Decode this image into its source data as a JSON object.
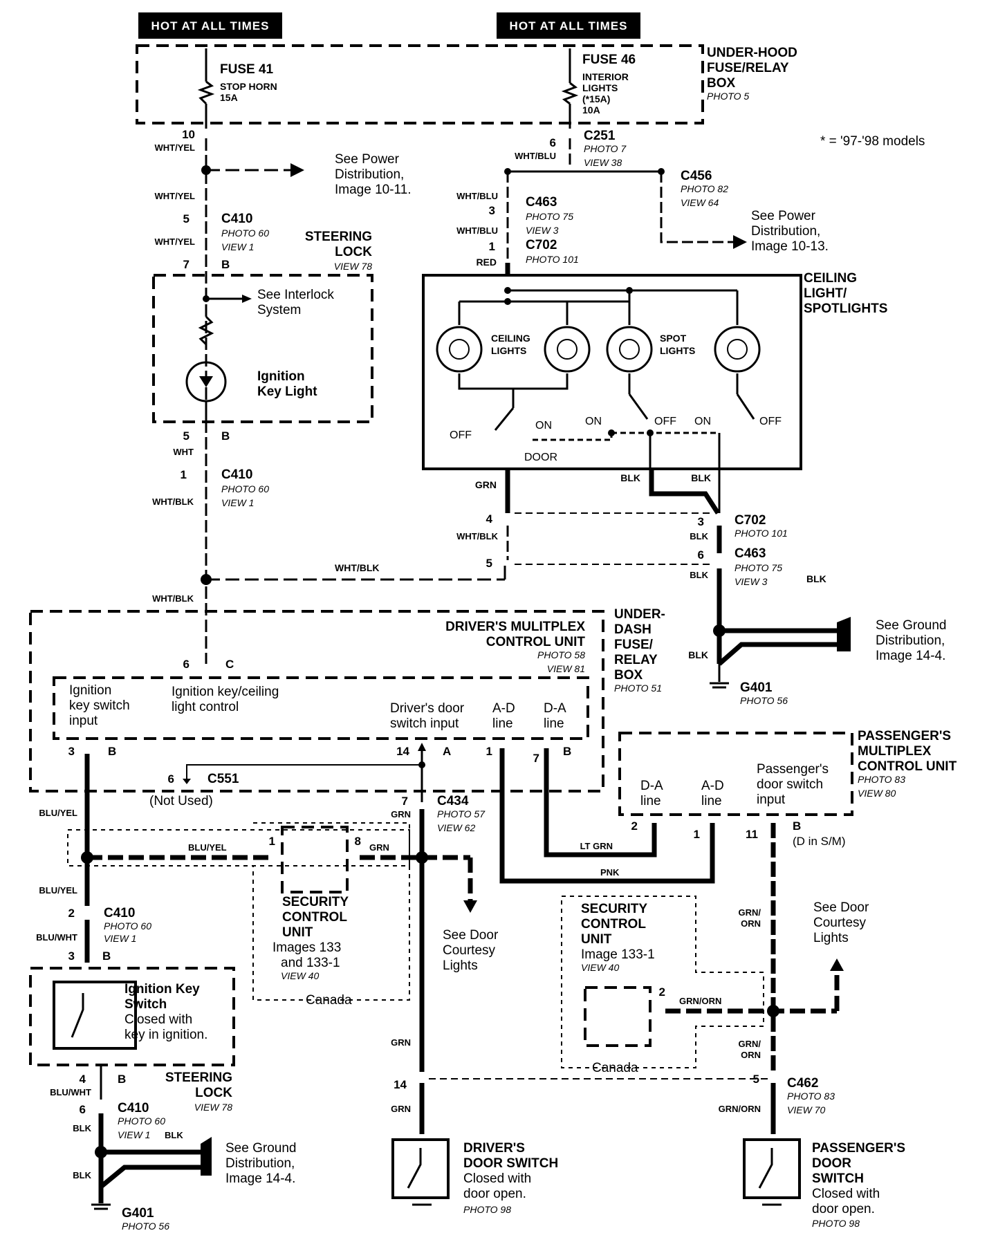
{
  "hot_labels": [
    "HOT AT ALL TIMES",
    "HOT AT ALL TIMES"
  ],
  "footnote": "* = '97-'98 models",
  "texts": {
    "fuse41": "FUSE 41",
    "fuse41_a": "STOP HORN",
    "fuse41_b": "15A",
    "fuse46": "FUSE 46",
    "fuse46_a": "INTERIOR",
    "fuse46_b": "LIGHTS",
    "fuse46_c": "(*15A)",
    "fuse46_d": "10A",
    "uh1": "UNDER-HOOD",
    "uh2": "FUSE/RELAY",
    "uh3": "BOX",
    "uh4": "PHOTO 5",
    "t10": "10",
    "wy1": "WHT/YEL",
    "t6a": "6",
    "wb1": "WHT/BLU",
    "c251": "C251",
    "c251p": "PHOTO 7",
    "c251v": "VIEW 38",
    "spd1": "See Power",
    "spd2": "Distribution,",
    "spd3": "Image 10-11.",
    "c456": "C456",
    "c456p": "PHOTO 82",
    "c456v": "VIEW 64",
    "wy2": "WHT/YEL",
    "wb2": "WHT/BLU",
    "t3a": "3",
    "c463": "C463",
    "c463p": "PHOTO 75",
    "c463v": "VIEW 3",
    "spd4": "See Power",
    "spd5": "Distribution,",
    "spd6": "Image 10-13.",
    "t5a": "5",
    "c410a": "C410",
    "c410ap": "PHOTO 60",
    "c410av": "VIEW 1",
    "wy3": "WHT/YEL",
    "sl1": "STEERING",
    "sl2": "LOCK",
    "sl3": "VIEW 78",
    "wb3": "WHT/BLU",
    "t1a": "1",
    "c702": "C702",
    "c702p": "PHOTO 101",
    "red": "RED",
    "t7a": "7",
    "bA": "B",
    "cl1": "CEILING",
    "cl2": "LIGHT/",
    "cl3": "SPOTLIGHTS",
    "si1": "See Interlock",
    "si2": "System",
    "ikl1": "Ignition",
    "ikl2": "Key Light",
    "ceil1": "CEILING",
    "ceil2": "LIGHTS",
    "spot1": "SPOT",
    "spot2": "LIGHTS",
    "on1": "ON",
    "on2": "ON",
    "off1": "OFF",
    "on3": "ON",
    "off2": "OFF",
    "off3": "OFF",
    "door": "DOOR",
    "t5b": "5",
    "bB": "B",
    "wht": "WHT",
    "t1b": "1",
    "c410b": "C410",
    "c410bp": "PHOTO 60",
    "c410bv": "VIEW 1",
    "wbk1": "WHT/BLK",
    "grn1": "GRN",
    "blk1": "BLK",
    "blk2": "BLK",
    "t4a": "4",
    "wbk2": "WHT/BLK",
    "t3b": "3",
    "blk3": "BLK",
    "c702b": "C702",
    "c702bp": "PHOTO 101",
    "wbk3": "WHT/BLK",
    "t5c": "5",
    "t6b": "6",
    "blk4": "BLK",
    "c463b": "C463",
    "c463bp": "PHOTO 75",
    "c463bv": "VIEW 3",
    "blk5": "BLK",
    "wbk4": "WHT/BLK",
    "dm1": "DRIVER'S MULITPLEX",
    "dm2": "CONTROL UNIT",
    "dm3": "PHOTO 58",
    "dm4": "VIEW 81",
    "ud1": "UNDER-",
    "ud2": "DASH",
    "ud3": "FUSE/",
    "ud4": "RELAY",
    "ud5": "BOX",
    "ud6": "PHOTO 51",
    "sgd1": "See Ground",
    "sgd2": "Distribution,",
    "sgd3": "Image 14-4.",
    "blk6": "BLK",
    "t6c": "6",
    "cC": "C",
    "g401a": "G401",
    "g401ap": "PHOTO 56",
    "iks1": "Ignition",
    "iks2": "key switch",
    "iks3": "input",
    "ikc1": "Ignition key/ceiling",
    "ikc2": "light control",
    "dds1": "Driver's door",
    "dds2": "switch input",
    "ad1": "A-D",
    "ad2": "line",
    "da1": "D-A",
    "da2": "line",
    "pm1": "PASSENGER'S",
    "pm2": "MULTIPLEX",
    "pm3": "CONTROL UNIT",
    "pm4": "PHOTO 83",
    "pm5": "VIEW 80",
    "t3c": "3",
    "bC": "B",
    "t14a": "14",
    "aA": "A",
    "t1c": "1",
    "t7b": "7",
    "bD": "B",
    "t6d": "6",
    "c551": "C551",
    "notused": "(Not Used)",
    "pda1": "D-A",
    "pda2": "line",
    "pad1": "A-D",
    "pad2": "line",
    "pds1": "Passenger's",
    "pds2": "door switch",
    "pds3": "input",
    "by1": "BLU/YEL",
    "t7c": "7",
    "grn2": "GRN",
    "c434": "C434",
    "c434p": "PHOTO 57",
    "c434v": "VIEW 62",
    "t2a": "2",
    "t1d": "1",
    "t11": "11",
    "bE": "B",
    "dsm": "(D in S/M)",
    "ltgrn": "LT GRN",
    "by2": "BLU/YEL",
    "t1e": "1",
    "t8": "8",
    "grn3": "GRN",
    "pnk": "PNK",
    "by3": "BLU/YEL",
    "scu1": "SECURITY",
    "scu2": "CONTROL",
    "scu3": "UNIT",
    "scu4": "Images 133",
    "scu5": "and 133-1",
    "scu6": "VIEW 40",
    "sdc1": "See Door",
    "sdc2": "Courtesy",
    "sdc3": "Lights",
    "t2b": "2",
    "c410c": "C410",
    "c410cp": "PHOTO 60",
    "c410cv": "VIEW 1",
    "bw1": "BLU/WHT",
    "scu21": "SECURITY",
    "scu22": "CONTROL",
    "scu23": "UNIT",
    "scu24": "Image 133-1",
    "scu25": "VIEW 40",
    "go1": "GRN/",
    "go2": "ORN",
    "sdc4": "See Door",
    "sdc5": "Courtesy",
    "sdc6": "Lights",
    "t3d": "3",
    "bF": "B",
    "can1": "Canada",
    "ik1": "Ignition Key",
    "ik2": "Switch",
    "ik3": "Closed with",
    "ik4": "key in ignition.",
    "t2c": "2",
    "gorn": "GRN/ORN",
    "grn4": "GRN",
    "go3": "GRN/",
    "go4": "ORN",
    "can2": "Canada",
    "t4b": "4",
    "bG": "B",
    "bw2": "BLU/WHT",
    "sl4": "STEERING",
    "sl5": "LOCK",
    "sl6": "VIEW 78",
    "t14b": "14",
    "t5d": "5",
    "c462": "C462",
    "c462p": "PHOTO 83",
    "c462v": "VIEW 70",
    "t6e": "6",
    "c410d": "C410",
    "c410dp": "PHOTO 60",
    "c410dv": "VIEW 1",
    "blk7": "BLK",
    "blk8": "BLK",
    "grn5": "GRN",
    "gorn2": "GRN/ORN",
    "sgd4": "See Ground",
    "sgd5": "Distribution,",
    "sgd6": "Image 14-4.",
    "blk9": "BLK",
    "dd1": "DRIVER'S",
    "dd2": "DOOR SWITCH",
    "dd3": "Closed with",
    "dd4": "door open.",
    "dd5": "PHOTO 98",
    "pd1": "PASSENGER'S",
    "pd2": "DOOR",
    "pd3": "SWITCH",
    "pd4": "Closed with",
    "pd5": "door open.",
    "pd6": "PHOTO 98",
    "g401b": "G401",
    "g401bp": "PHOTO 56"
  }
}
